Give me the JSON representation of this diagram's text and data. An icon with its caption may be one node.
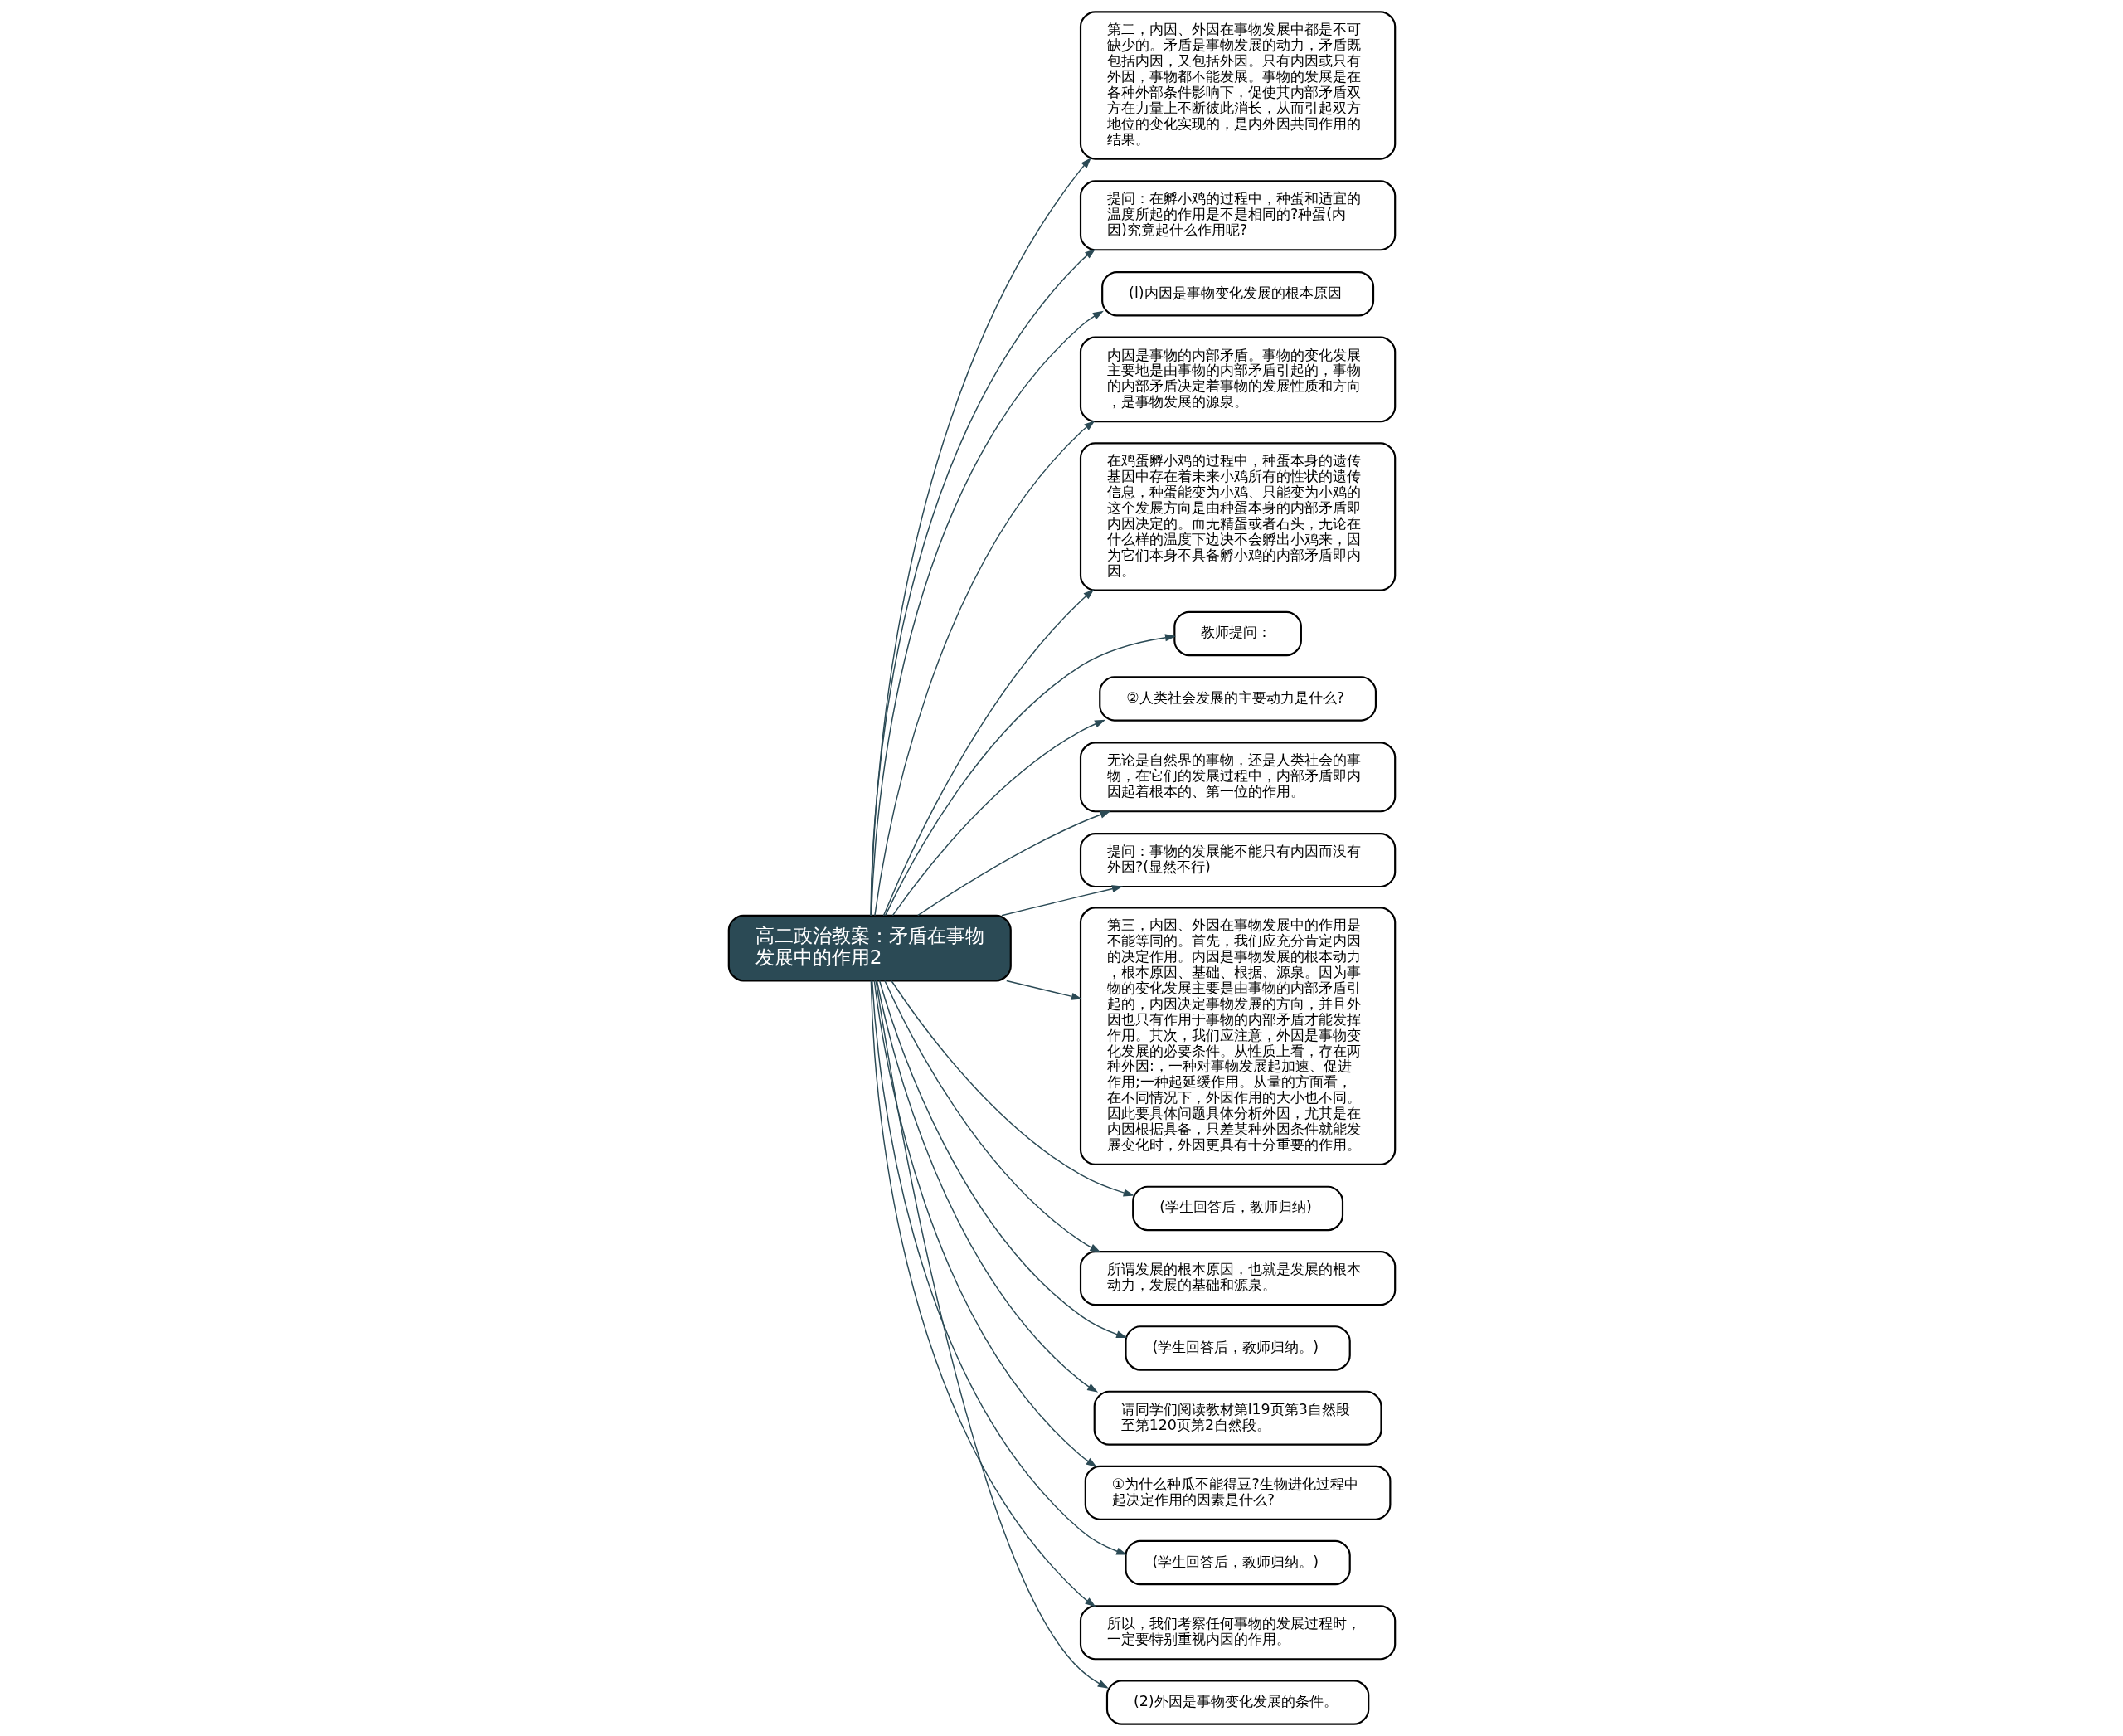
{
  "diagram": {
    "nodes": [
      {
        "text": [
          "高二政治教案：矛盾在事物发展中的作用2"
        ]
      },
      {
        "text": [
          "第二，内因、外因在事物发展中都是不可缺少的。矛盾是事物发展的动力，矛盾既包括内因，又包括外因。只有内因或只有外因，事物都不能发展。事物的发展是在各种外部条件影响下，促使其内部矛盾双方在力量上不断彼此消长，从而引起双方地位的变化实现的，是内外因共同作用的结果。"
        ]
      },
      {
        "text": [
          "提问：在孵小鸡的过程中，种蛋和适宜的温度所起的作用是不是相同的?种蛋(内因)究竟起什么作用呢?"
        ]
      },
      {
        "text": [
          "(l)内因是事物变化发展的根本原因"
        ]
      },
      {
        "text": [
          "内因是事物的内部矛盾。事物的变化发展主要地是由事物的内部矛盾引起的，事物的内部矛盾决定着事物的发展性质和方向，是事物发展的源泉。"
        ]
      },
      {
        "text": [
          "在鸡蛋孵小鸡的过程中，种蛋本身的遗传基因中存在着未来小鸡所有的性状的遗传信息，种蛋能变为小鸡、只能变为小鸡的这个发展方向是由种蛋本身的内部矛盾即内因决定的。而无精蛋或者石头，无论在什么样的温度下边决不会孵出小鸡来，因为它们本身不具备孵小鸡的内部矛盾即内因。"
        ]
      },
      {
        "text": [
          "教师提问："
        ]
      },
      {
        "text": [
          "②人类社会发展的主要动力是什么?"
        ]
      },
      {
        "text": [
          "无论是自然界的事物，还是人类社会的事物，在它们的发展过程中，内部矛盾即内因起着根本的、第一位的作用。"
        ]
      },
      {
        "text": [
          "提问：事物的发展能不能只有内因而没有外因?(显然不行)"
        ]
      },
      {
        "text": [
          "第三，内因、外因在事物发展中的作用是不能等同的。首先，我们应充分肯定内因的决定作用。内因是事物发展的根本动力，根本原因、基础、根据、源泉。因为事物的变化发展主要是由事物的内部矛盾引起的，内因决定事物发展的方向，并且外因也只有作用于事物的内部矛盾才能发挥作用。其次，我们应注意，外因是事物变化发展的必要条件。从性质上看，存在两种外因:，一种对事物发展起加速、促进作用;一种起延缓作用。从量的方面看，在不同情况下，外因作用的大小也不同。因此要具体问题具体分析外因，尤其是在内因根据具备，只差某种外因条件就能发展变化时，外因更具有十分重要的作用。"
        ]
      },
      {
        "text": [
          "(学生回答后，教师归纳)"
        ]
      },
      {
        "text": [
          "所谓发展的根本原因，也就是发展的根本动力，发展的基础和源泉。"
        ]
      },
      {
        "text": [
          "(学生回答后，教师归纳。)"
        ]
      },
      {
        "text": [
          "请同学们阅读教材第l19页第3自然段至第120页第2自然段。"
        ]
      },
      {
        "text": [
          "①为什么种瓜不能得豆?生物进化过程中起决定作用的因素是什么?"
        ]
      },
      {
        "text": [
          "(学生回答后，教师归纳。)"
        ]
      },
      {
        "text": [
          "所以，我们考察任何事物的发展过程时，一定要特别重视内因的作用。"
        ]
      },
      {
        "text": [
          "(2)外因是事物变化发展的条件。"
        ]
      }
    ],
    "edges": [
      {
        "from": 0,
        "to": 1,
        "arrow": "to"
      },
      {
        "from": 0,
        "to": 2,
        "arrow": "to"
      },
      {
        "from": 0,
        "to": 3,
        "arrow": "to"
      },
      {
        "from": 0,
        "to": 4,
        "arrow": "to"
      },
      {
        "from": 0,
        "to": 5,
        "arrow": "to"
      },
      {
        "from": 0,
        "to": 6,
        "arrow": "to"
      },
      {
        "from": 0,
        "to": 7,
        "arrow": "to"
      },
      {
        "from": 0,
        "to": 8,
        "arrow": "to"
      },
      {
        "from": 0,
        "to": 9,
        "arrow": "to"
      },
      {
        "from": 0,
        "to": 10,
        "arrow": "to"
      },
      {
        "from": 0,
        "to": 11,
        "arrow": "to"
      },
      {
        "from": 0,
        "to": 12,
        "arrow": "to"
      },
      {
        "from": 0,
        "to": 13,
        "arrow": "to"
      },
      {
        "from": 0,
        "to": 14,
        "arrow": "to"
      },
      {
        "from": 0,
        "to": 15,
        "arrow": "to"
      },
      {
        "from": 0,
        "to": 16,
        "arrow": "to"
      },
      {
        "from": 0,
        "to": 17,
        "arrow": "to"
      },
      {
        "from": 0,
        "to": 18,
        "arrow": "to"
      }
    ]
  }
}
